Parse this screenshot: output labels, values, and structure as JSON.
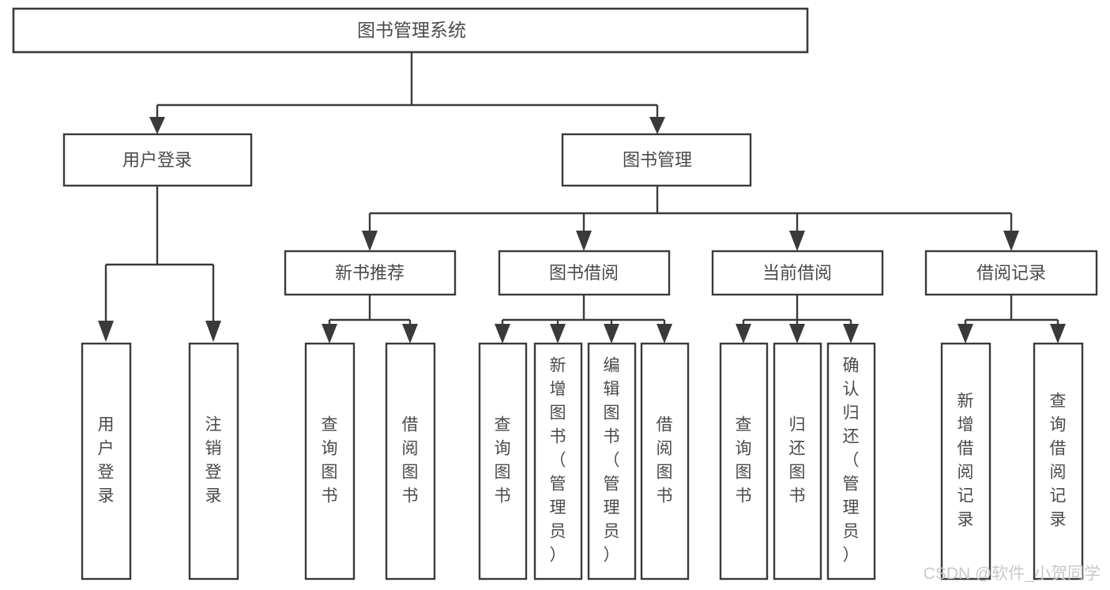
{
  "diagram": {
    "title": "图书管理系统",
    "type": "tree-hierarchy-chart",
    "root": {
      "id": "root",
      "label": "图书管理系统"
    },
    "level2": [
      {
        "id": "user-login",
        "label": "用户登录"
      },
      {
        "id": "book-management",
        "label": "图书管理"
      }
    ],
    "level3": [
      {
        "id": "new-book-recommend",
        "label": "新书推荐",
        "parent": "book-management"
      },
      {
        "id": "book-borrow",
        "label": "图书借阅",
        "parent": "book-management"
      },
      {
        "id": "current-borrow",
        "label": "当前借阅",
        "parent": "book-management"
      },
      {
        "id": "borrow-record",
        "label": "借阅记录",
        "parent": "book-management"
      }
    ],
    "leaves": [
      {
        "id": "leaf-user-login",
        "label": "用户登录",
        "parent": "user-login"
      },
      {
        "id": "leaf-logout-login",
        "label": "注销登录",
        "parent": "user-login"
      },
      {
        "id": "leaf-query-book-1",
        "label": "查询图书",
        "parent": "new-book-recommend"
      },
      {
        "id": "leaf-borrow-book-1",
        "label": "借阅图书",
        "parent": "new-book-recommend"
      },
      {
        "id": "leaf-query-book-2",
        "label": "查询图书",
        "parent": "book-borrow"
      },
      {
        "id": "leaf-add-book",
        "label": "新增图书（管理员）",
        "parent": "book-borrow"
      },
      {
        "id": "leaf-edit-book",
        "label": "编辑图书（管理员）",
        "parent": "book-borrow"
      },
      {
        "id": "leaf-borrow-book-2",
        "label": "借阅图书",
        "parent": "book-borrow"
      },
      {
        "id": "leaf-query-book-3",
        "label": "查询图书",
        "parent": "current-borrow"
      },
      {
        "id": "leaf-return-book",
        "label": "归还图书",
        "parent": "current-borrow"
      },
      {
        "id": "leaf-confirm-return",
        "label": "确认归还（管理员）",
        "parent": "current-borrow"
      },
      {
        "id": "leaf-add-record",
        "label": "新增借阅记录",
        "parent": "borrow-record"
      },
      {
        "id": "leaf-query-record",
        "label": "查询借阅记录",
        "parent": "borrow-record"
      }
    ],
    "watermark": "CSDN @软件_小贺同学",
    "colors": {
      "stroke": "#3a3a3a",
      "box_fill": "#ffffff",
      "text": "#4a4a4a",
      "background": "#ffffff",
      "watermark": "#c9c9c9"
    }
  }
}
